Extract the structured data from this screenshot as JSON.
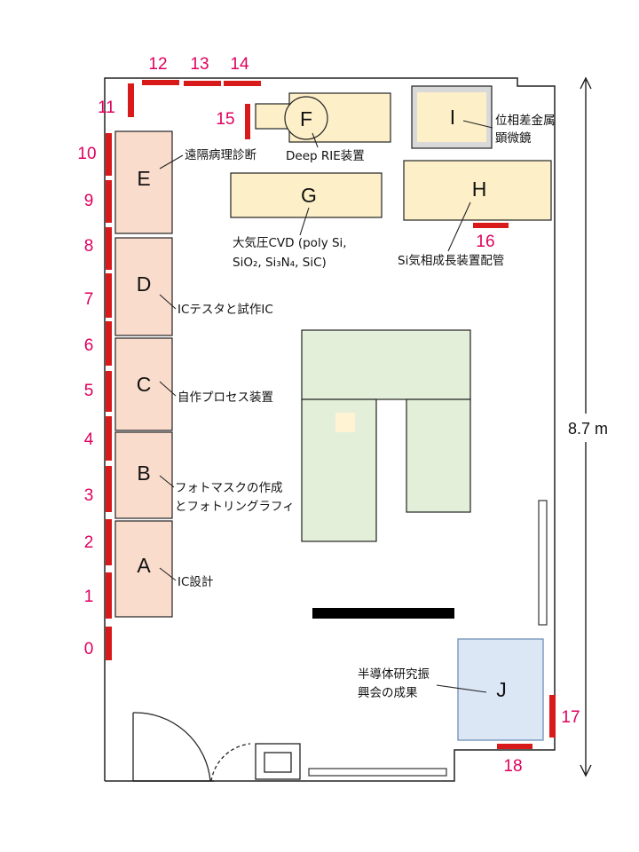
{
  "dimension_label": "8.7 m",
  "colors": {
    "marker_red": "#d91a1a",
    "number_pink": "#e0005f",
    "station_fill": "#f9dccc",
    "equipment_fill": "#fdf0c8",
    "table_fill": "#e3efd9",
    "display_fill": "#dce7f5"
  },
  "stations": [
    {
      "id": "A",
      "label": "IC設計"
    },
    {
      "id": "B",
      "label_lines": [
        "フォトマスクの作成",
        "とフォトリングラフィ"
      ]
    },
    {
      "id": "C",
      "label": "自作プロセス装置"
    },
    {
      "id": "D",
      "label": "ICテスタと試作IC"
    },
    {
      "id": "E",
      "label": "遠隔病理診断"
    }
  ],
  "equipment": [
    {
      "id": "F",
      "label": "Deep RIE装置"
    },
    {
      "id": "G",
      "label_lines": [
        "大気圧CVD (poly Si,",
        "SiO₂, Si₃N₄, SiC)"
      ]
    },
    {
      "id": "H",
      "label": "Si気相成長装置配管"
    },
    {
      "id": "I",
      "label_lines": [
        "位相差金属",
        "顕微鏡"
      ]
    },
    {
      "id": "J",
      "label_lines": [
        "半導体研究振",
        "興会の成果"
      ]
    }
  ],
  "markers": [
    "0",
    "1",
    "2",
    "3",
    "4",
    "5",
    "6",
    "7",
    "8",
    "9",
    "10",
    "11",
    "12",
    "13",
    "14",
    "15",
    "16",
    "17",
    "18"
  ]
}
